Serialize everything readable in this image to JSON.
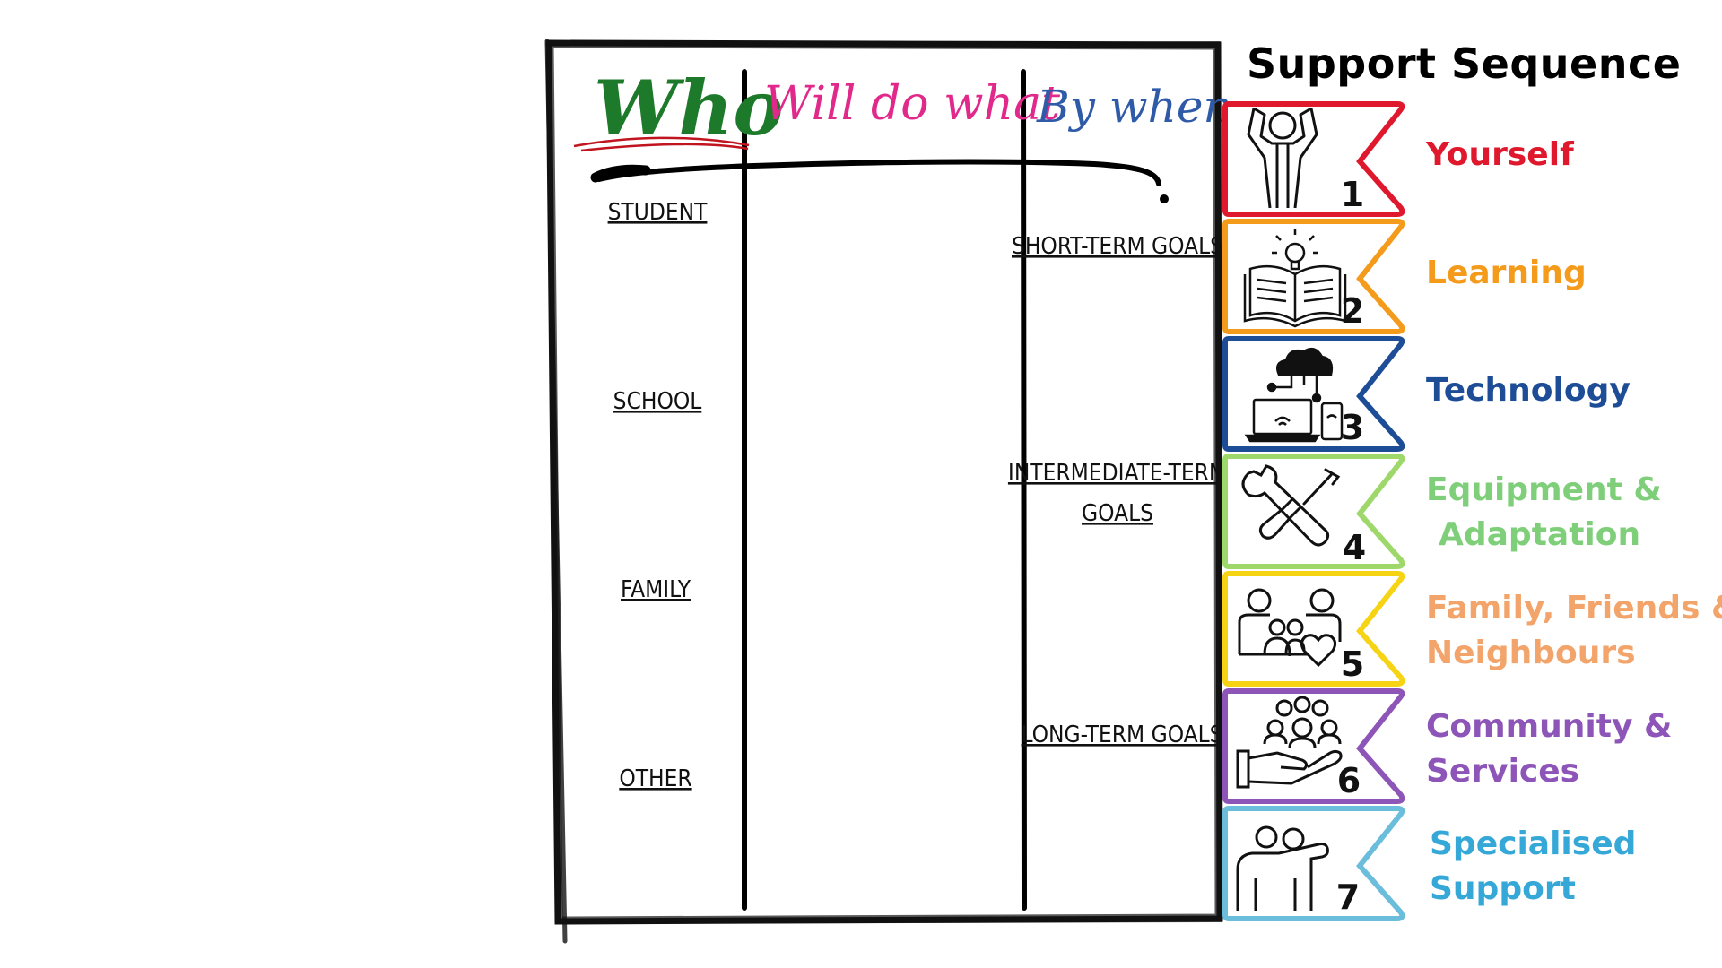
{
  "table": {
    "headers": {
      "who": "Who",
      "will_do_what": "Will do what",
      "by_when": "By when"
    },
    "who_rows": [
      "STUDENT",
      "SCHOOL",
      "FAMILY",
      "OTHER"
    ],
    "timeframes": {
      "short": "SHORT-TERM GOALS",
      "intermediate_line1": "INTERMEDIATE-TERM",
      "intermediate_line2": "GOALS",
      "long": "LONG-TERM GOALS"
    }
  },
  "support_sequence": {
    "title": "Support Sequence",
    "steps": [
      {
        "number": "1",
        "label_line1": "Yourself",
        "label_line2": "",
        "color": "#e0182d",
        "icon": "strong-person-icon"
      },
      {
        "number": "2",
        "label_line1": "Learning",
        "label_line2": "",
        "color": "#f59b1b",
        "icon": "book-lightbulb-icon"
      },
      {
        "number": "3",
        "label_line1": "Technology",
        "label_line2": "",
        "color": "#1d4d96",
        "icon": "cloud-devices-icon"
      },
      {
        "number": "4",
        "label_line1": "Equipment &",
        "label_line2": "Adaptation",
        "color": "#7fcf7a",
        "icon": "tools-icon",
        "border": "#9fd86a"
      },
      {
        "number": "5",
        "label_line1": "Family, Friends &",
        "label_line2": "Neighbours",
        "color": "#f2a46a",
        "icon": "family-heart-icon",
        "border": "#f6d414"
      },
      {
        "number": "6",
        "label_line1": "Community &",
        "label_line2": "Services",
        "color": "#8e55b8",
        "icon": "community-hand-icon"
      },
      {
        "number": "7",
        "label_line1": "Specialised",
        "label_line2": "Support",
        "color": "#36a8d8",
        "icon": "support-people-icon",
        "border": "#6bbddc"
      }
    ]
  }
}
